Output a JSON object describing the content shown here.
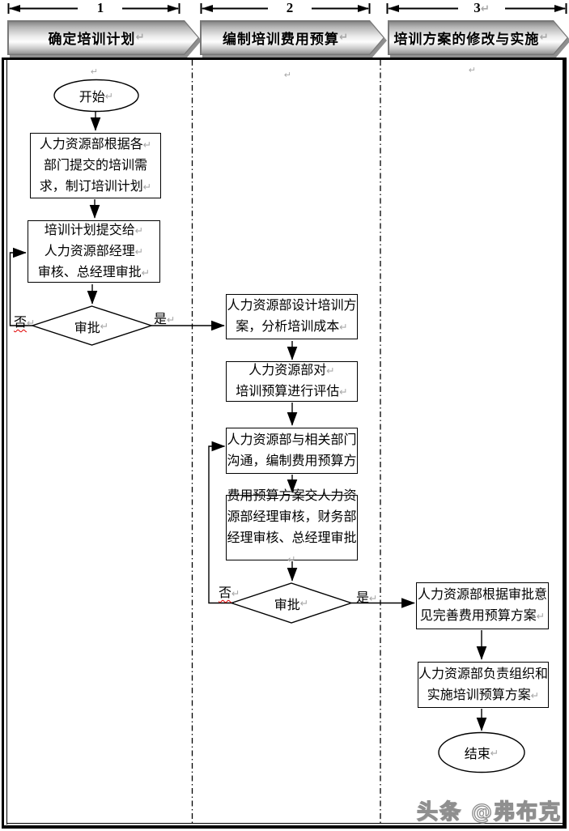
{
  "measures": {
    "labels": [
      "1",
      "2",
      "3↵"
    ]
  },
  "lanes": [
    {
      "title": "确定培训计划↵"
    },
    {
      "title": "编制培训费用预算↵"
    },
    {
      "title": "培训方案的修改与实施↵"
    }
  ],
  "column_marks": [
    "↵",
    "↵",
    "↵"
  ],
  "flow": {
    "start": "开始↵",
    "plan_box": {
      "lines": [
        "人力资源部根据各↵",
        "部门提交的培训需",
        "求，制订培训计划↵"
      ]
    },
    "submit_box": {
      "lines": [
        "培训计划提交给↵",
        "人力资源部经理↵",
        "审核、总经理审批↵"
      ]
    },
    "decision1": {
      "label": "审批↵",
      "no": "否↵",
      "yes": "是↵"
    },
    "design_box": {
      "lines": [
        "人力资源部设计培训方",
        "案，分析培训成本↵"
      ]
    },
    "evaluate_box": {
      "lines": [
        "人力资源部对↵",
        "培训预算进行评估↵"
      ]
    },
    "communicate_box": {
      "lines": [
        "人力资源部与相关部门",
        "沟通，编制费用预算方"
      ]
    },
    "budget_box": {
      "lines": [
        "费用预算方案交人力资",
        "源部经理审核，财务部",
        "经理审核、总经理审批↵"
      ]
    },
    "decision2": {
      "label": "审批↵",
      "no": "否↵",
      "yes": "是↵"
    },
    "refine_box": {
      "lines": [
        "人力资源部根据审批意",
        "见完善费用预算方案↵"
      ]
    },
    "implement_box": {
      "lines": [
        "人力资源部负责组织和",
        "实施培训预算方案↵"
      ]
    },
    "end": "结束↵"
  },
  "watermark": "头条 @弗布克",
  "colors": {
    "line": "#000000",
    "pilcrow": "#a8a8a8",
    "squiggle": "#e00000",
    "banner_edge": "#787878"
  }
}
